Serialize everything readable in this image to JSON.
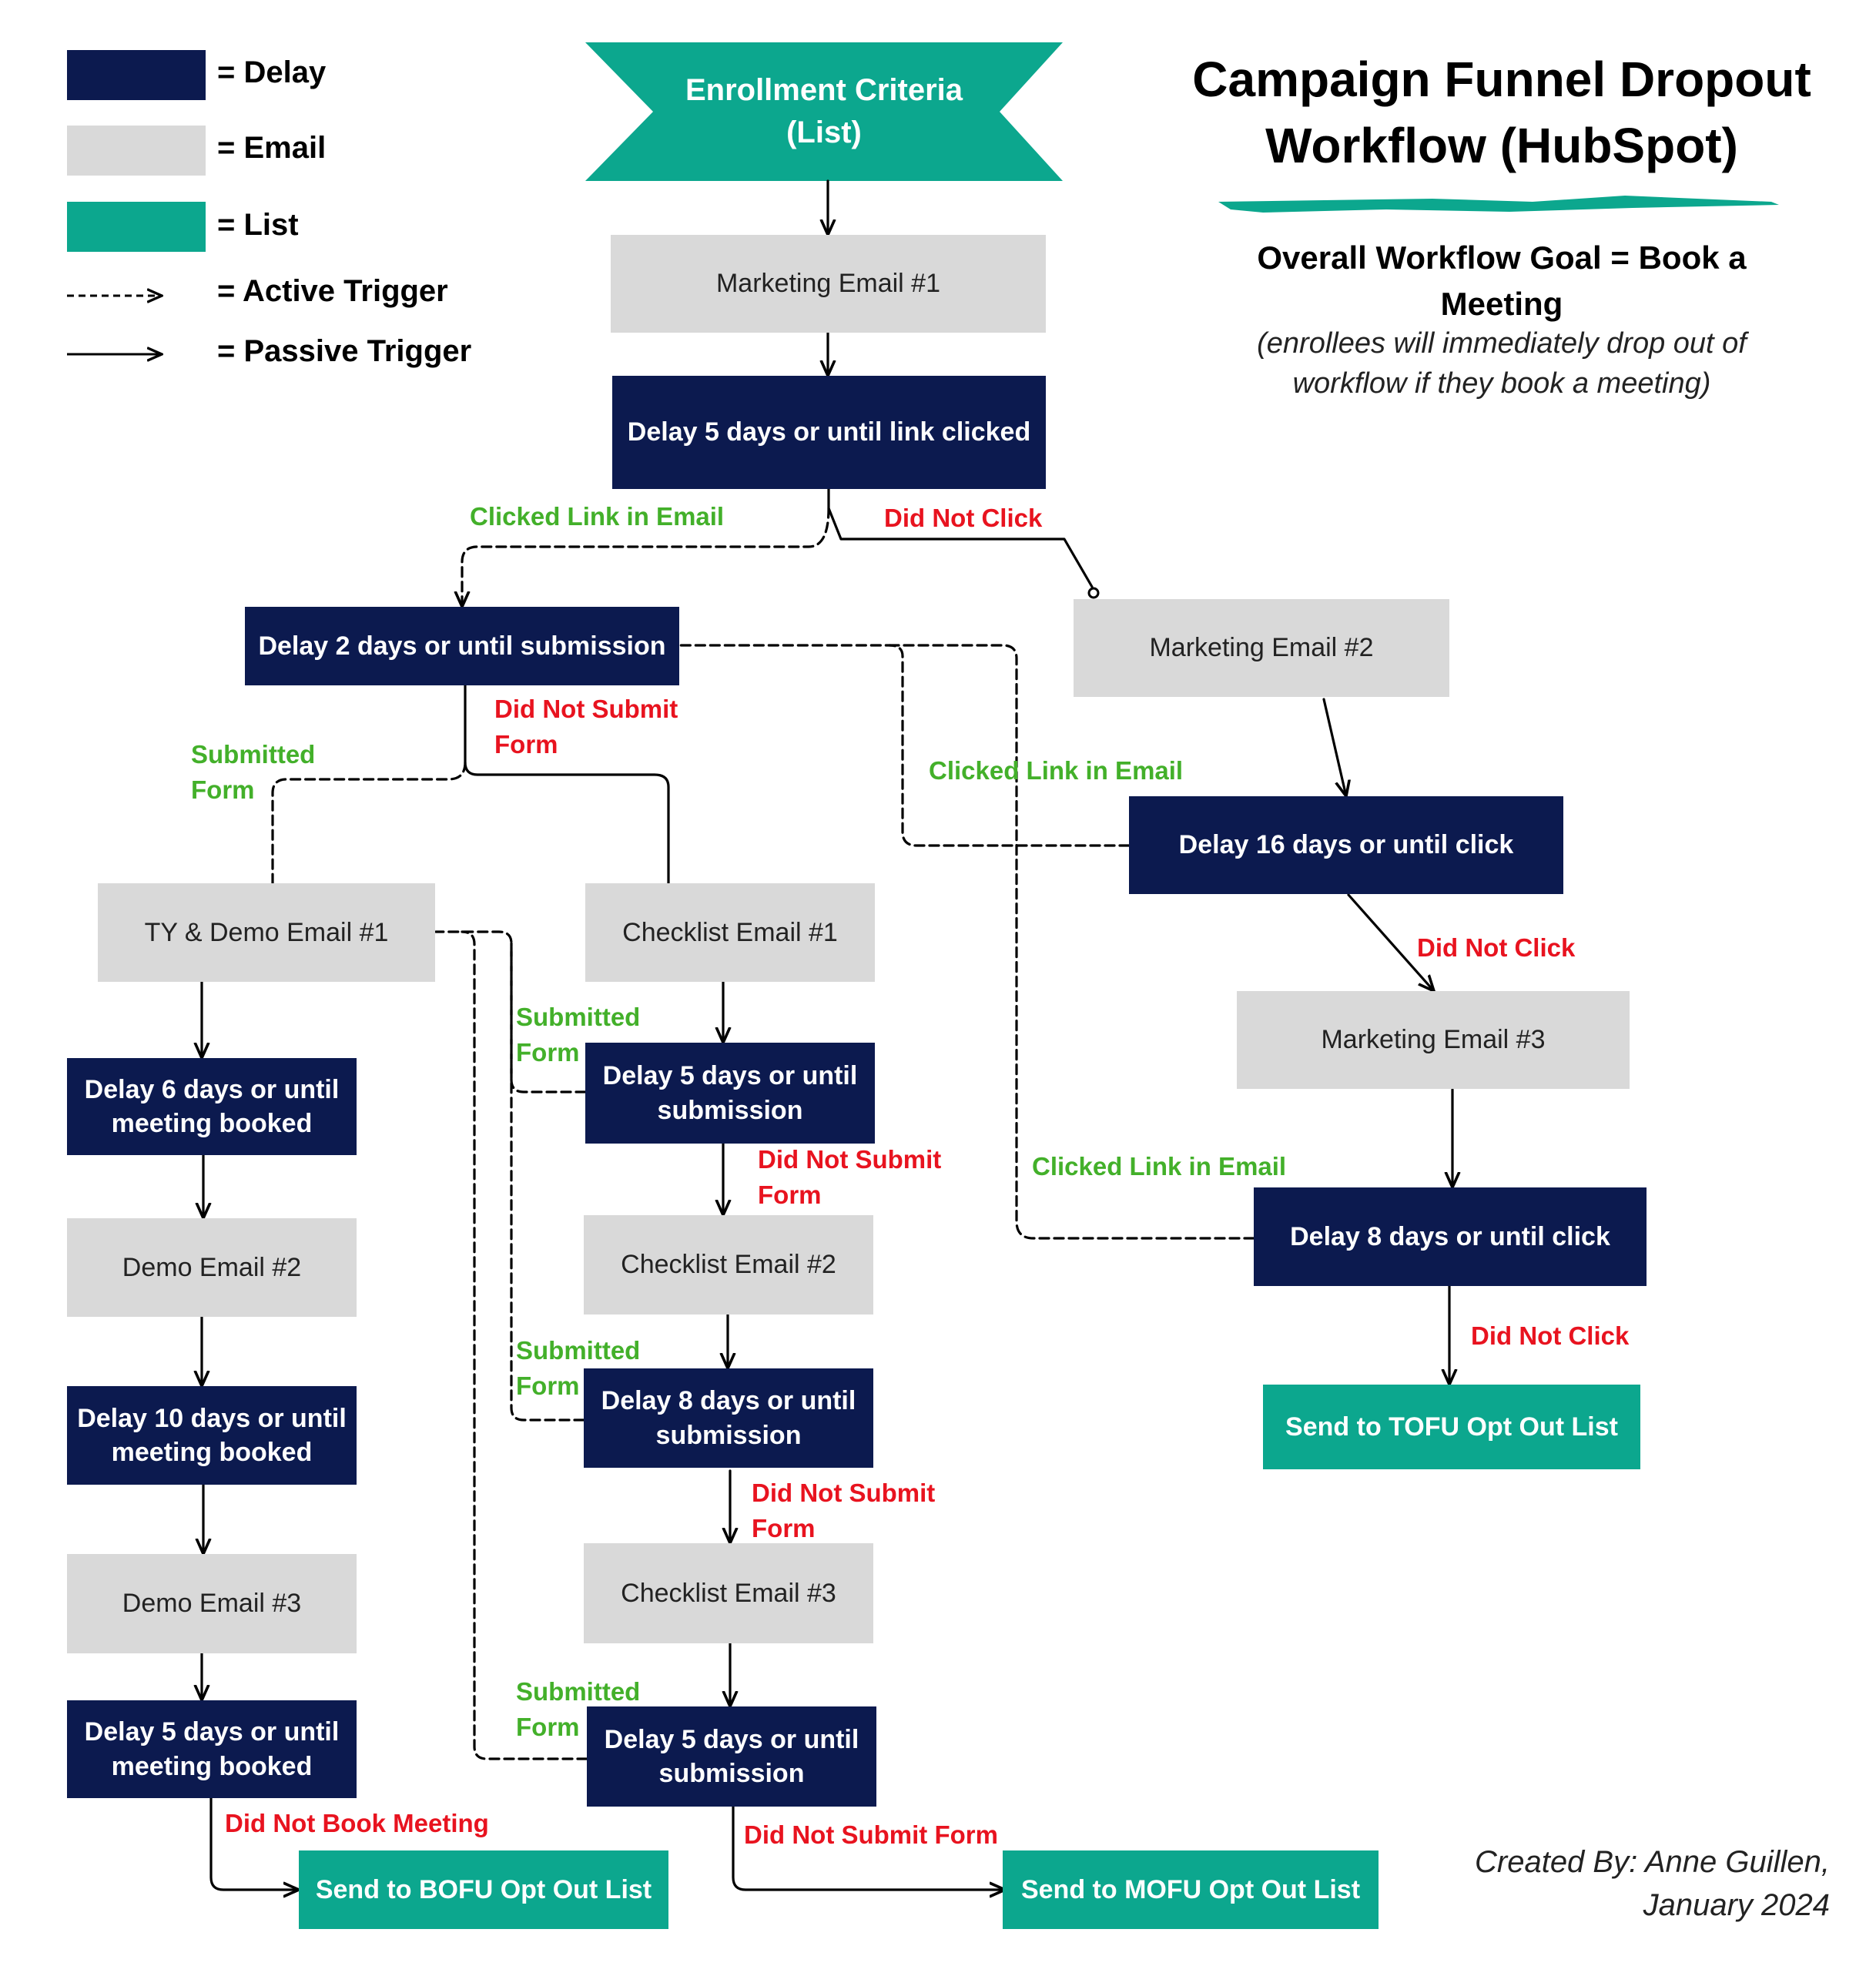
{
  "title": "Campaign Funnel Dropout Workflow (HubSpot)",
  "goal": {
    "line": "Overall Workflow Goal = Book a Meeting",
    "note": "(enrollees will immediately drop out of workflow if they book a meeting)"
  },
  "credit": {
    "line1": "Created By: Anne Guillen,",
    "line2": "January 2024"
  },
  "legend": {
    "delay": "= Delay",
    "email": "= Email",
    "list": "= List",
    "active": "= Active Trigger",
    "passive": "= Passive Trigger"
  },
  "colors": {
    "delay": "#0c1a4f",
    "email": "#d9d9d9",
    "list": "#0ca78e",
    "yes_label": "#43b02a",
    "no_label": "#e8131f"
  },
  "nodes": {
    "enrollment": "Enrollment Criteria (List)",
    "marketing_email_1": "Marketing Email #1",
    "delay_5_link": "Delay 5 days or until link clicked",
    "delay_2_submission": "Delay 2 days or until submission",
    "marketing_email_2": "Marketing Email #2",
    "delay_16_click": "Delay 16 days or until click",
    "marketing_email_3": "Marketing Email #3",
    "delay_8_click": "Delay 8 days or until click",
    "tofu_list": "Send to TOFU Opt Out List",
    "ty_demo_email_1": "TY & Demo Email #1",
    "delay_6_meeting": "Delay 6 days or until meeting booked",
    "demo_email_2": "Demo Email #2",
    "delay_10_meeting": "Delay 10 days or until meeting booked",
    "demo_email_3": "Demo Email #3",
    "delay_5_meeting": "Delay 5 days or until meeting booked",
    "bofu_list": "Send to BOFU Opt Out List",
    "checklist_email_1": "Checklist Email #1",
    "delay_5_submission": "Delay 5 days or until submission",
    "checklist_email_2": "Checklist Email #2",
    "delay_8_submission": "Delay 8 days or until submission",
    "checklist_email_3": "Checklist Email #3",
    "delay_5_submission_b": "Delay 5 days or until submission",
    "mofu_list": "Send to MOFU Opt Out List"
  },
  "labels": {
    "clicked_link_1": "Clicked Link in Email",
    "did_not_click_1": "Did Not Click",
    "submitted_form_1": "Submitted Form",
    "did_not_submit_1": "Did Not Submit Form",
    "clicked_link_2": "Clicked Link in Email",
    "did_not_click_2": "Did Not Click",
    "submitted_form_2": "Submitted Form",
    "did_not_submit_2": "Did Not Submit Form",
    "clicked_link_3": "Clicked Link in Email",
    "submitted_form_3": "Submitted Form",
    "did_not_submit_3": "Did Not Submit Form",
    "did_not_click_3": "Did Not Click",
    "submitted_form_4": "Submitted Form",
    "did_not_book": "Did Not Book Meeting",
    "did_not_submit_4": "Did Not Submit Form"
  }
}
